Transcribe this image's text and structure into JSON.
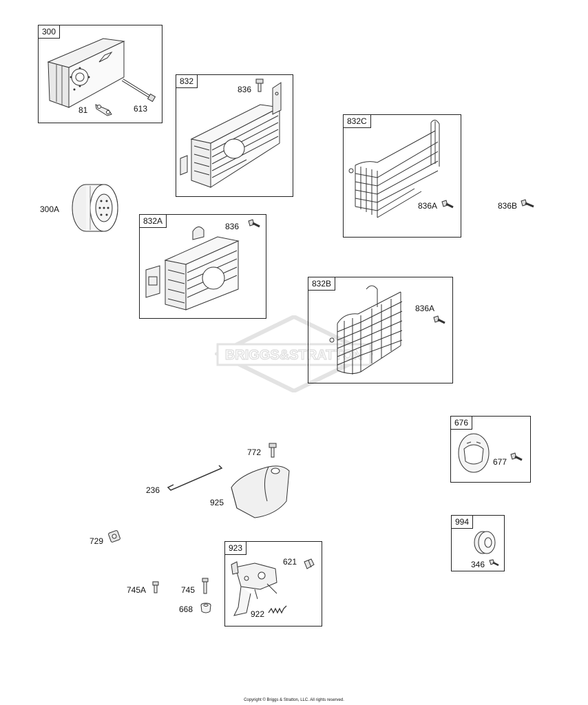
{
  "boxes": {
    "b300": "300",
    "b832": "832",
    "b832c": "832C",
    "b832a": "832A",
    "b832b": "832B",
    "b676": "676",
    "b994": "994",
    "b923": "923"
  },
  "labels": {
    "p81": "81",
    "p613": "613",
    "p836_832": "836",
    "p300a": "300A",
    "p836a_832c": "836A",
    "p836b": "836B",
    "p836_832a": "836",
    "p836a_832b": "836A",
    "p677": "677",
    "p772": "772",
    "p236": "236",
    "p925": "925",
    "p729": "729",
    "p346": "346",
    "p621": "621",
    "p745a": "745A",
    "p745": "745",
    "p668": "668",
    "p922": "922"
  },
  "watermark": "BRIGGS&STRATTON",
  "copyright": "Copyright © Briggs & Stratton, LLC. All rights reserved."
}
